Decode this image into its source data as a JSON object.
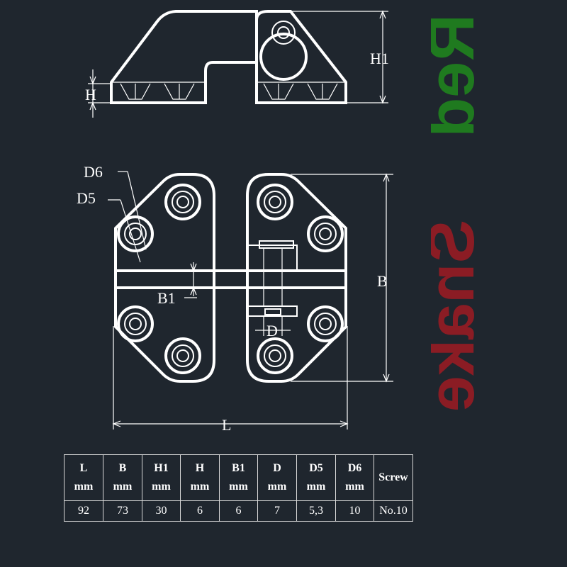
{
  "drawing": {
    "labels": {
      "H1": "H1",
      "H": "H",
      "D6": "D6",
      "D5": "D5",
      "B": "B",
      "B1": "B1",
      "D": "D",
      "L": "L"
    }
  },
  "logo": {
    "text_red": "Red",
    "text_snake": "Snake",
    "colors": {
      "red": "#8b1c24",
      "green": "#1f7a1f"
    }
  },
  "spec_table": {
    "headers": [
      {
        "name": "L",
        "unit": "mm"
      },
      {
        "name": "B",
        "unit": "mm"
      },
      {
        "name": "H1",
        "unit": "mm"
      },
      {
        "name": "H",
        "unit": "mm"
      },
      {
        "name": "B1",
        "unit": "mm"
      },
      {
        "name": "D",
        "unit": "mm"
      },
      {
        "name": "D5",
        "unit": "mm"
      },
      {
        "name": "D6",
        "unit": "mm"
      },
      {
        "name": "Screw",
        "unit": ""
      }
    ],
    "values": [
      "92",
      "73",
      "30",
      "6",
      "6",
      "7",
      "5,3",
      "10",
      "No.10"
    ]
  }
}
